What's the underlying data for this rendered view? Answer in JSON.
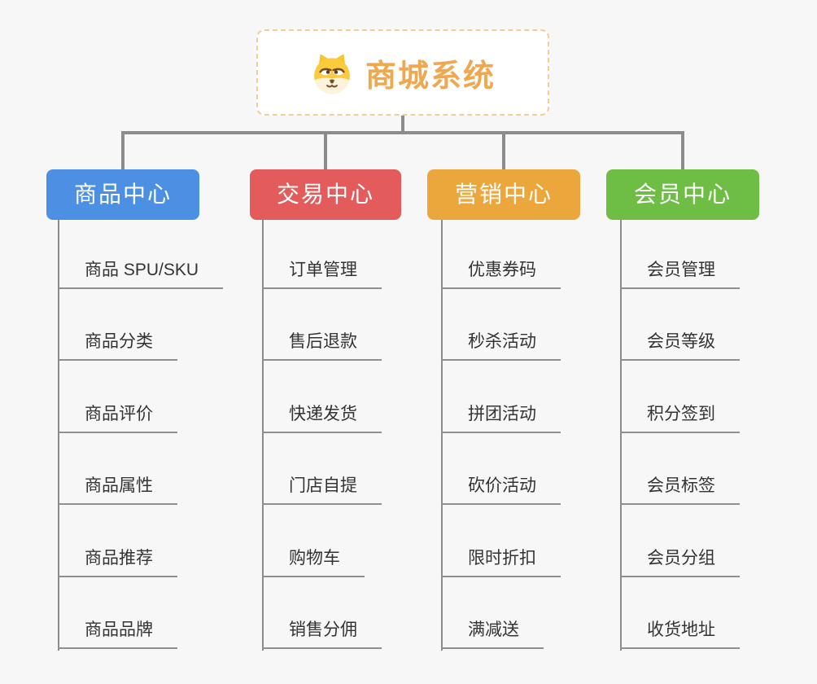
{
  "palette": {
    "background": "#F7F7F7",
    "connector": "#8C8C8C",
    "leaf_line": "#8F8F8F",
    "leaf_text": "#333333",
    "root_text": "#F0A850",
    "root_border": "#F2CE95",
    "root_bg": "#FFFFFF"
  },
  "root": {
    "title": "商城系统",
    "icon": "shiba-dog-icon"
  },
  "branches": [
    {
      "label": "商品中心",
      "color": "#4B90E2",
      "children": [
        "商品 SPU/SKU",
        "商品分类",
        "商品评价",
        "商品属性",
        "商品推荐",
        "商品品牌"
      ]
    },
    {
      "label": "交易中心",
      "color": "#E35C5B",
      "children": [
        "订单管理",
        "售后退款",
        "快递发货",
        "门店自提",
        "购物车",
        "销售分佣"
      ]
    },
    {
      "label": "营销中心",
      "color": "#EBA73C",
      "children": [
        "优惠券码",
        "秒杀活动",
        "拼团活动",
        "砍价活动",
        "限时折扣",
        "满减送"
      ]
    },
    {
      "label": "会员中心",
      "color": "#6EBE45",
      "children": [
        "会员管理",
        "会员等级",
        "积分签到",
        "会员标签",
        "会员分组",
        "收货地址"
      ]
    }
  ]
}
